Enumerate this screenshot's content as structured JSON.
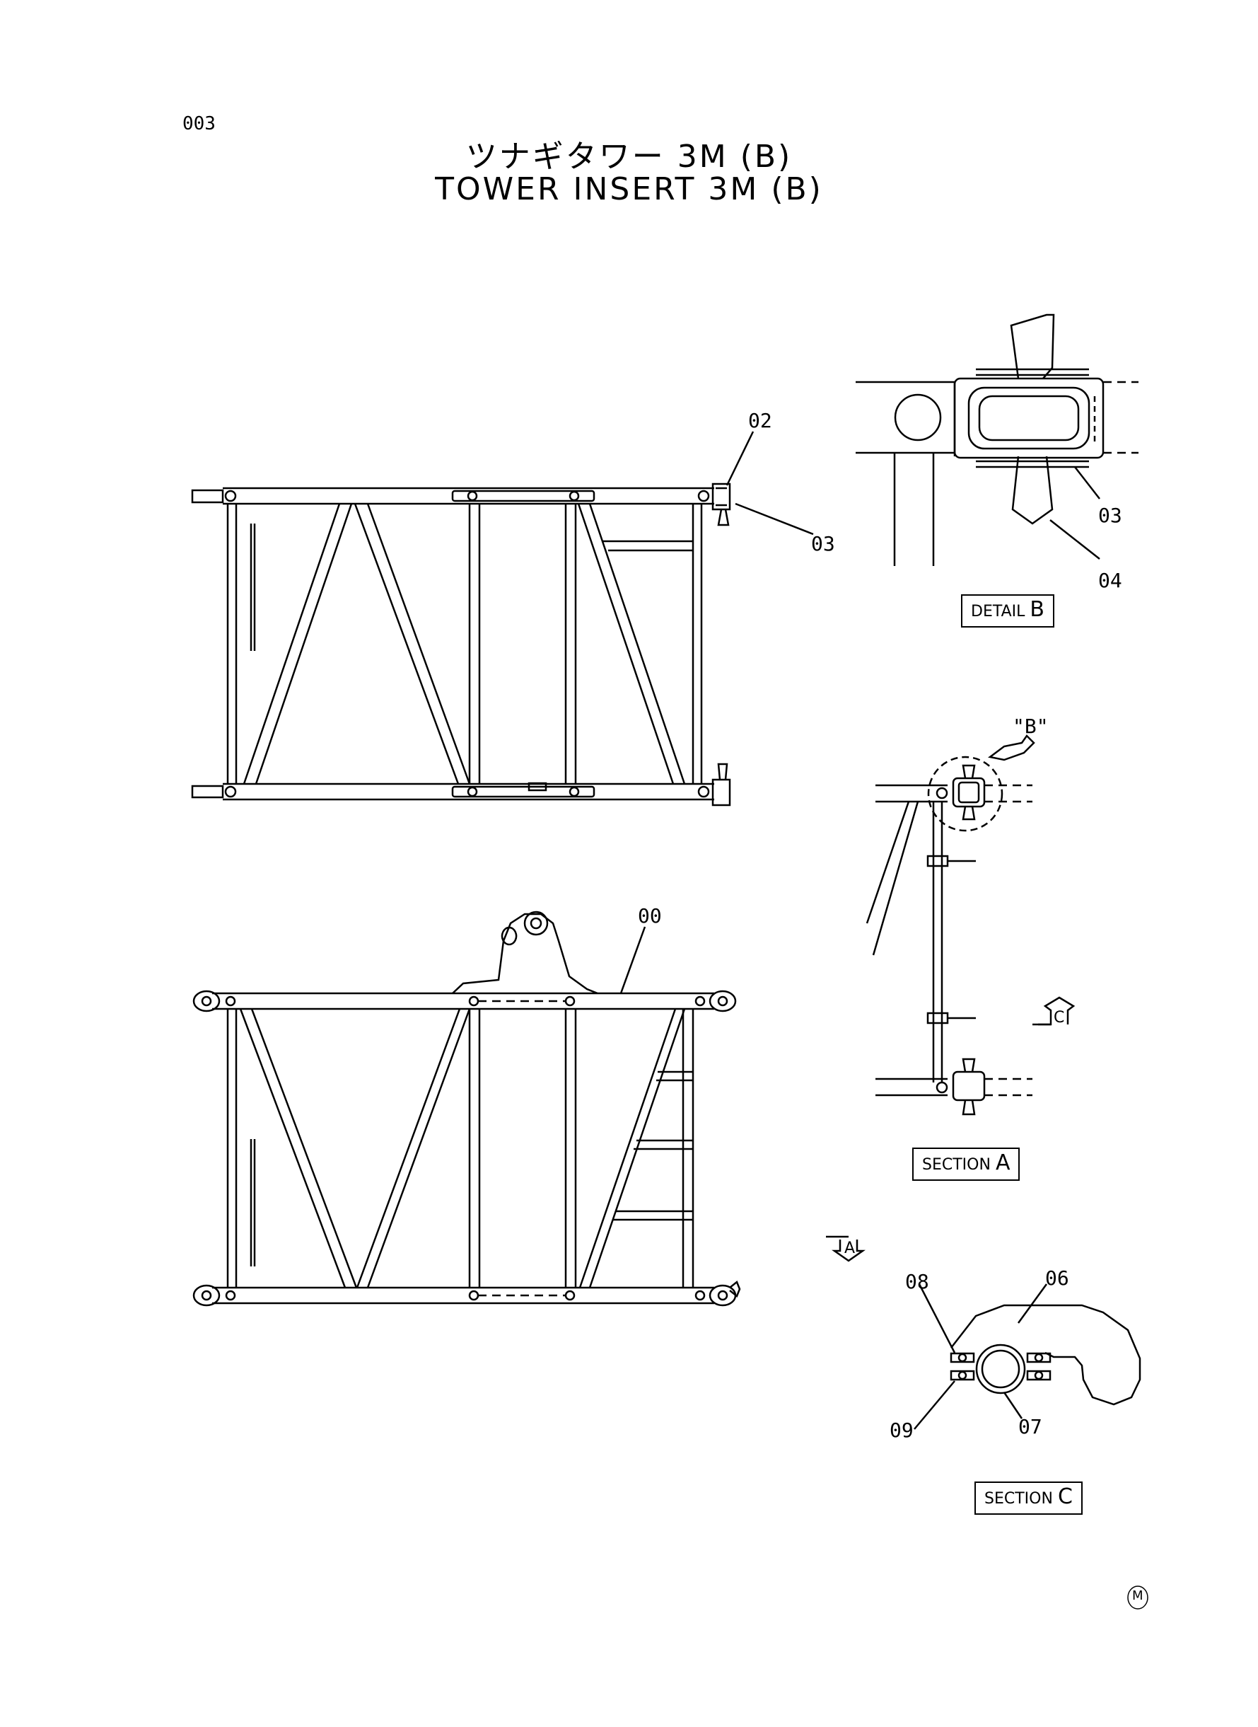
{
  "header": {
    "page_code": "003",
    "title_ja": "ツナギタワー 3M (B)",
    "title_en": "TOWER INSERT 3M (B)"
  },
  "callouts": {
    "c00": "00",
    "c02": "02",
    "c03_main": "03",
    "c03_detail": "03",
    "c04": "04",
    "c06": "06",
    "c07": "07",
    "c08": "08",
    "c09": "09",
    "detail_ref": "\"B\"",
    "section_a_arrow": "A",
    "section_c_arrow": "C"
  },
  "labels": {
    "detail_b": {
      "prefix": "DETAIL",
      "letter": "B"
    },
    "section_a": {
      "prefix": "SECTION",
      "letter": "A"
    },
    "section_c": {
      "prefix": "SECTION",
      "letter": "C"
    }
  },
  "footer": {
    "mark": "M"
  }
}
